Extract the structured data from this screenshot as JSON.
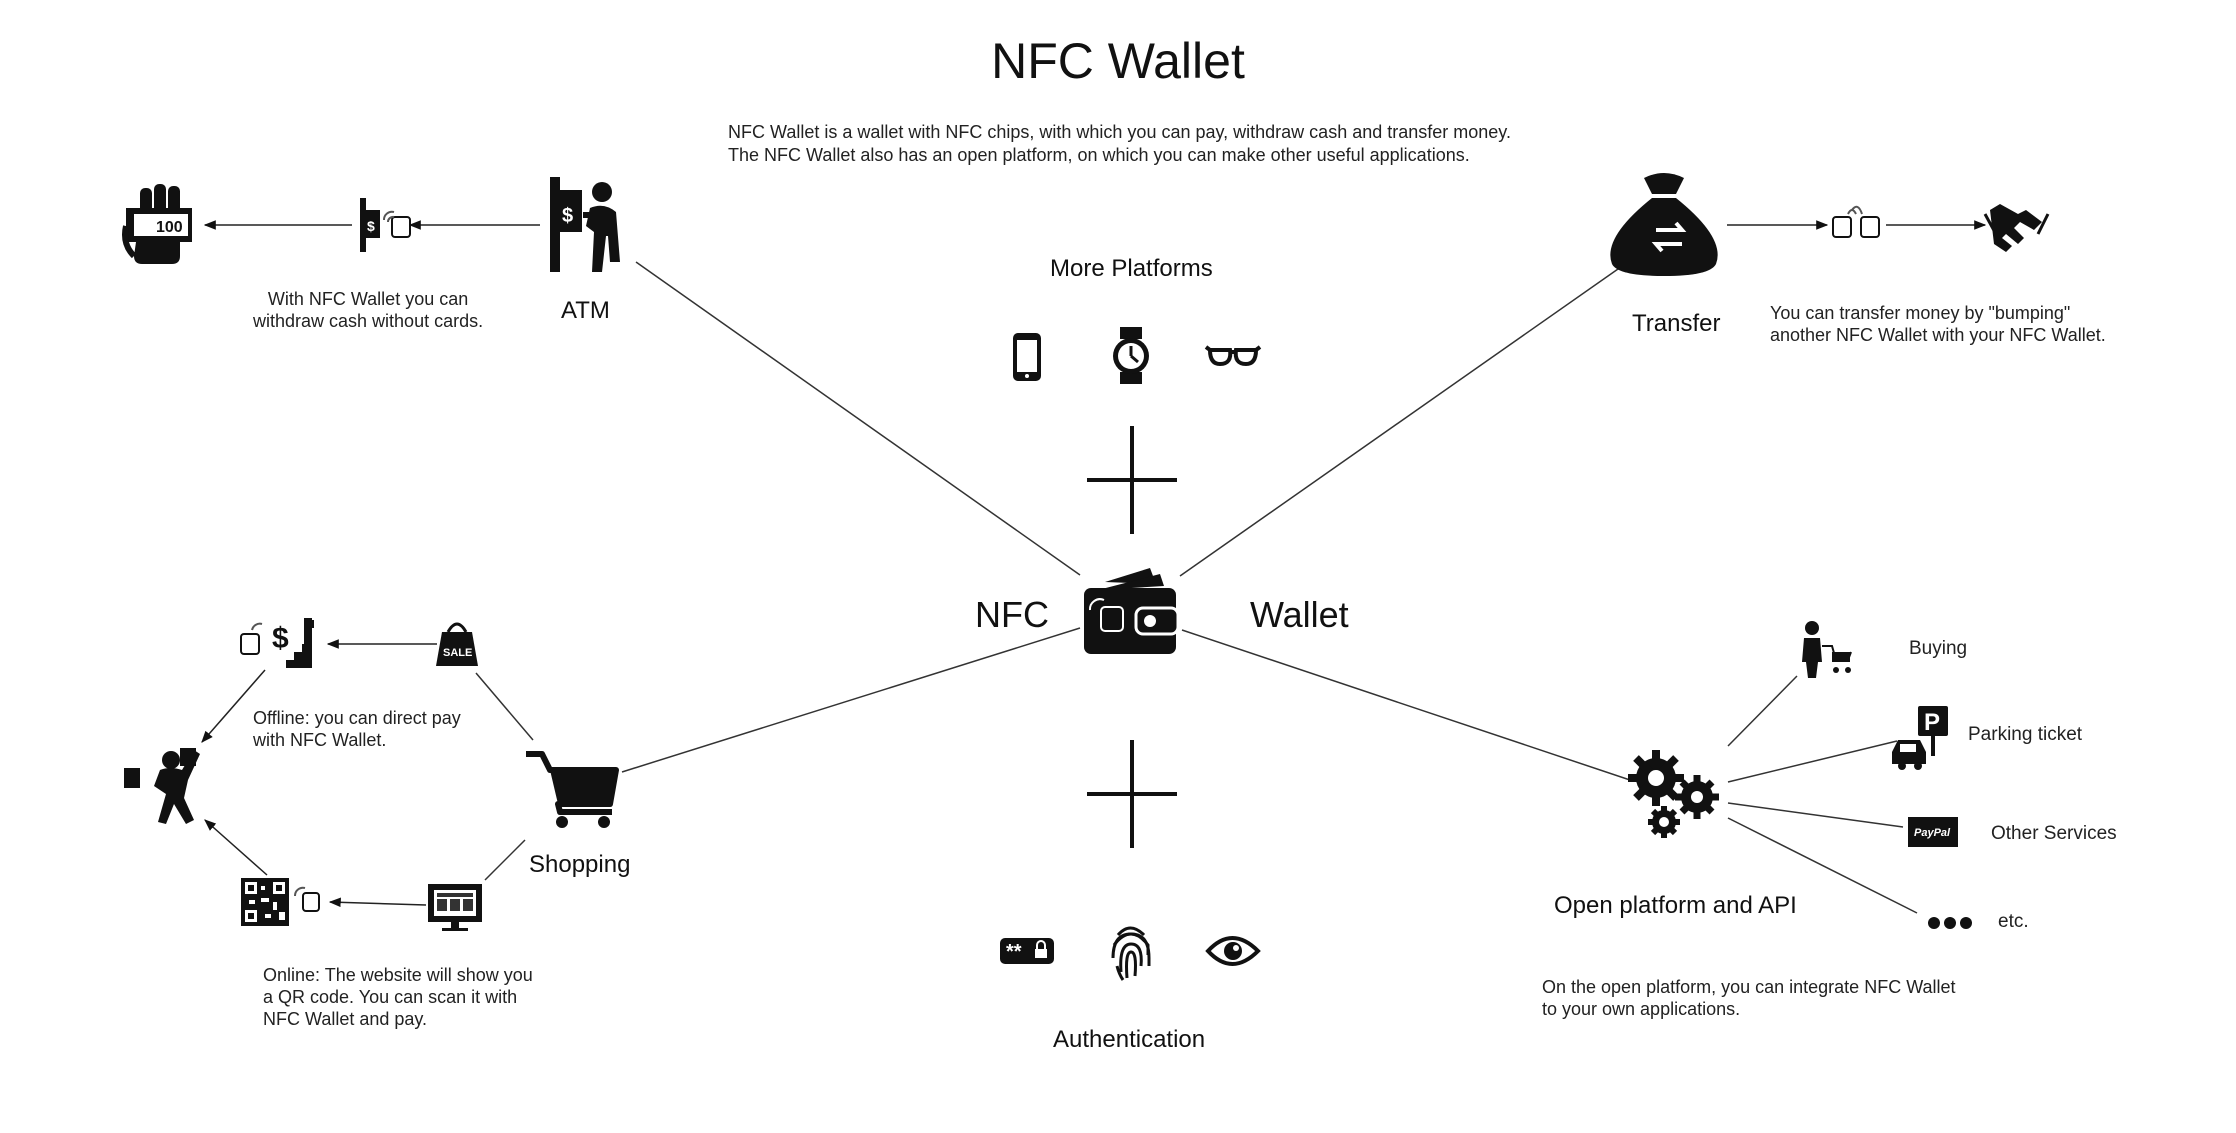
{
  "title": "NFC Wallet",
  "intro": "NFC Wallet is a wallet with NFC chips, with which you can pay, withdraw cash and transfer money.\nThe NFC Wallet also has an open platform, on which you can make other useful applications.",
  "center": {
    "left_word": "NFC",
    "right_word": "Wallet",
    "icon": "wallet-nfc-icon"
  },
  "platforms": {
    "label": "More Platforms",
    "icons": [
      "smartphone-icon",
      "smartwatch-icon",
      "glasses-icon"
    ]
  },
  "authentication": {
    "label": "Authentication",
    "icons": [
      "password-icon",
      "fingerprint-icon",
      "eye-icon"
    ]
  },
  "atm": {
    "label": "ATM",
    "description": "With NFC Wallet you can\nwithdraw cash without cards.",
    "banknote_value": "100",
    "icons": [
      "atm-person-icon",
      "atm-nfc-icon",
      "cash-hand-icon"
    ]
  },
  "transfer": {
    "label": "Transfer",
    "description": "You can transfer money by \"bumping\"\nanother NFC Wallet with your NFC Wallet.",
    "icons": [
      "money-bag-icon",
      "nfc-bump-icon",
      "handshake-icon"
    ]
  },
  "shopping": {
    "label": "Shopping",
    "offline_description": "Offline: you can direct pay\nwith NFC Wallet.",
    "online_description": "Online: The website will show you\na QR code. You can scan it with\nNFC Wallet and pay.",
    "sale_tag": "SALE",
    "icons": [
      "shopping-cart-icon",
      "sale-bag-icon",
      "nfc-pay-terminal-icon",
      "shopper-icon",
      "monitor-icon",
      "qr-code-icon"
    ]
  },
  "open_platform": {
    "label": "Open platform and API",
    "description": "On the open platform, you can integrate NFC Wallet\nto your own applications.",
    "services": [
      {
        "label": "Buying",
        "icon": "shopping-person-icon"
      },
      {
        "label": "Parking ticket",
        "icon": "parking-car-icon"
      },
      {
        "label": "Other Services",
        "icon": "paypal-icon",
        "icon_text": "PayPal"
      },
      {
        "label": "etc.",
        "icon": "ellipsis-icon"
      }
    ],
    "parking_sign": "P"
  },
  "colors": {
    "ink": "#111111",
    "line": "#333333",
    "text": "#222222"
  }
}
